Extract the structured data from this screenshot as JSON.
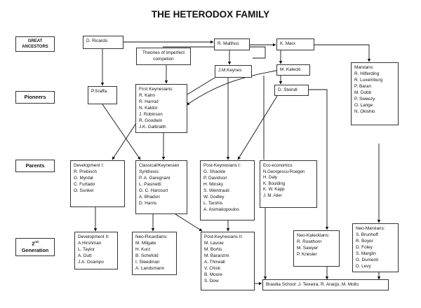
{
  "title": "THE HETERODOX FAMILY",
  "generations": {
    "great_ancestors": "GREAT\nANCESTORS",
    "pioneers": "Pioneers",
    "parents": "Parents",
    "second_gen_num": "2",
    "second_gen_sup": "nd",
    "second_gen_word": "Generation"
  },
  "nodes": {
    "ricardo": {
      "head": "D. Ricardo",
      "items": []
    },
    "malthus": {
      "head": "R. Malthus",
      "items": []
    },
    "marx": {
      "head": "K. Marx",
      "items": []
    },
    "imperfect": {
      "head": "Theories of imperfect competion",
      "items": []
    },
    "keynes": {
      "head": "J.M.Keynes",
      "items": []
    },
    "kalecki": {
      "head": "M. Kalecki",
      "items": []
    },
    "steindl": {
      "head": "D. Steindl",
      "items": []
    },
    "sraffa": {
      "head": "P.Sraffa",
      "items": []
    },
    "first_keynesians": {
      "head": "First Keynesians:",
      "items": [
        "R. Kahn",
        "R. Harrod",
        "N. Kaldor",
        "J. Robinson",
        "R. Goodwin",
        "J.K. Galbraith"
      ]
    },
    "marxians": {
      "head": "Marxians:",
      "items": [
        "R. Hilferding",
        "R. Luxemburg",
        "P. Baran",
        "M. Dobb",
        "P. Sweezy",
        "O. Lange",
        "N. Okishio"
      ]
    },
    "development1": {
      "head": "Development I:",
      "items": [
        "R. Prebisch",
        "G. Myrdal",
        "C. Furtado",
        "O. Sunkel"
      ]
    },
    "classical_keynesian": {
      "head": "Classical/Keynesian Synthesis:",
      "items": [
        "P. A. Garegnani",
        "L. Pasinetti",
        "G. C. Harcourt",
        "A. Bhaduri",
        "D. Harris"
      ]
    },
    "post_keynesians1": {
      "head": "Post-Keynesians I:",
      "items": [
        "G. Shackle",
        "P. Davidson",
        "H. Minsky",
        "S. Weintraub",
        "W. Godley",
        "L. Tarshis",
        "A. Asimakopoulos"
      ]
    },
    "eco_economics": {
      "head": "Eco-economics",
      "items": [
        "N.Georgescu-Roegen",
        "H. Daly",
        "K. Boulding",
        "K. W. Kapp",
        "J. M. Alier"
      ]
    },
    "development2": {
      "head": "Development II:",
      "items": [
        "A.Hirshman",
        "L. Taylor",
        "A. Dutt",
        "J.A. Ocampo"
      ]
    },
    "neo_ricardians": {
      "head": "Neo-Ricardians:",
      "items": [
        "M. Milgate",
        "H. Kurz",
        "B. Schefold",
        "I. Steedman",
        "A. Landsmann"
      ]
    },
    "post_keynesians2": {
      "head": "Post-Keynesians II:",
      "items": [
        "M. Lavoie",
        "M. Bortis",
        "M. Baranzini",
        "A. Thirwall",
        "V. Chick",
        "B. Moore",
        "S. Dow"
      ]
    },
    "neo_kaleckians": {
      "head": "Neo-Kaleckians:",
      "items": [
        "R. Rowthorn",
        "M. Sawyer",
        "P. Kriesler"
      ]
    },
    "neo_marxians": {
      "head": "Neo-Marxians:",
      "items": [
        "S. Brunhoff",
        "R. Boyer",
        "D. Foley",
        "S. Marglin",
        "G. Dumenil",
        "D. Levy"
      ]
    },
    "brasilia": {
      "head": "Brasilia School: J. Teixeira, R. Araújo, M. Mollo",
      "items": []
    }
  }
}
